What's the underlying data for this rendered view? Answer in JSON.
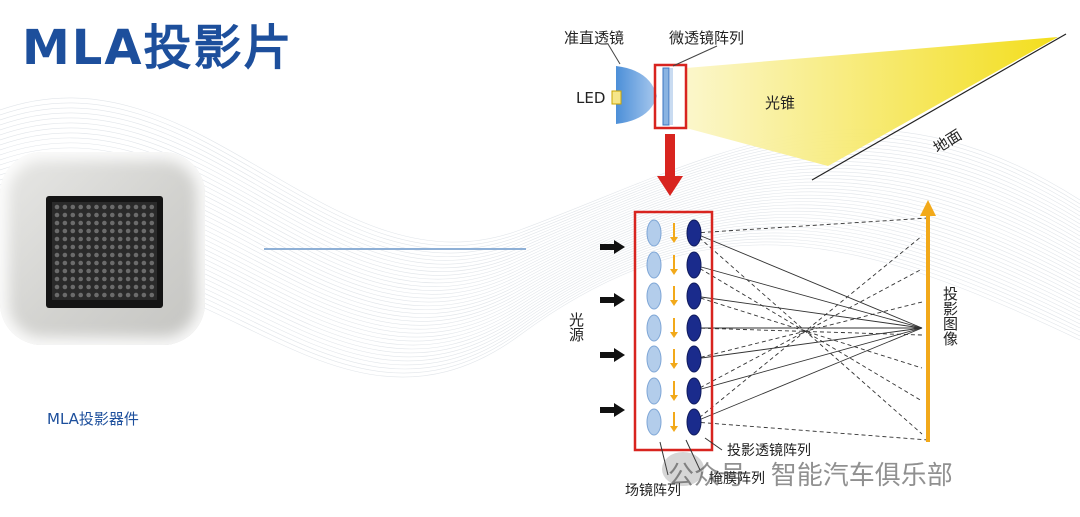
{
  "title": "MLA投影片",
  "device_caption": "MLA投影器件",
  "top_diagram": {
    "collimator_label": "准直透镜",
    "mla_label": "微透镜阵列",
    "led_label": "LED",
    "light_cone_label": "光锥",
    "ground_label": "地面"
  },
  "bottom_diagram": {
    "light_source_label": "光源",
    "projected_image_label": "投影图像",
    "projection_lens_label": "投影透镜阵列",
    "mask_label": "掩膜阵列",
    "field_lens_label": "场镜阵列"
  },
  "watermark": "公众号 · 智能汽车俱乐部",
  "colors": {
    "title_blue": "#1d4f9c",
    "highlight_red": "#d8241f",
    "cone_yellow": "#f3df1c",
    "arrow_orange": "#f2a91a",
    "lens_light": "#a9c6e8",
    "lens_dark": "#1a2b8c"
  }
}
